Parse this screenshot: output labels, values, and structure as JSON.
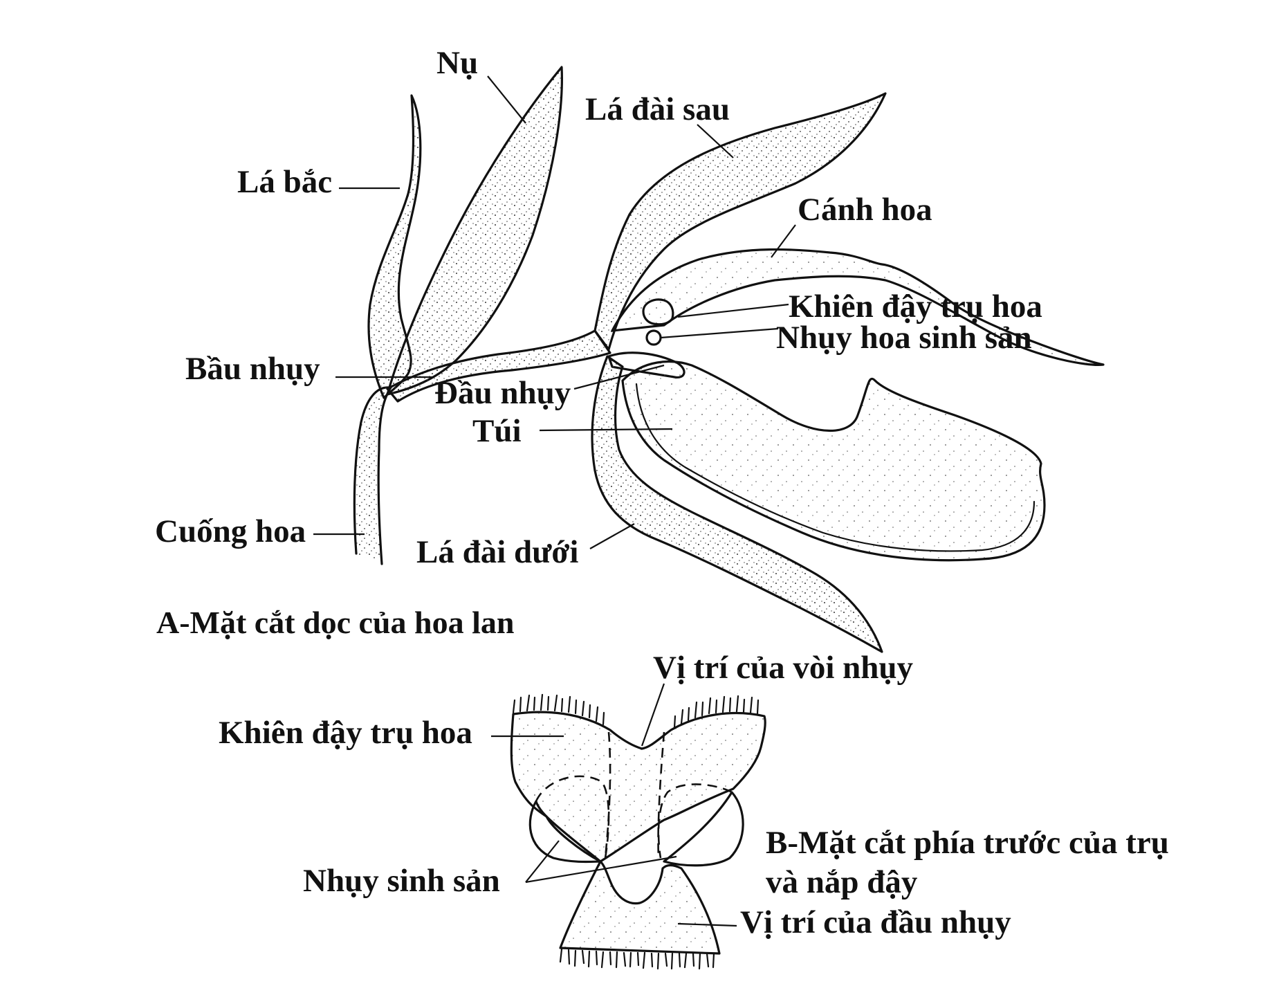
{
  "figure_a": {
    "caption": "A-Mặt cắt dọc của hoa lan",
    "labels": {
      "nu": "Nụ",
      "la_dai_sau": "Lá đài sau",
      "la_bac": "Lá bắc",
      "canh_hoa": "Cánh hoa",
      "khien_day_tru_hoa": "Khiên đậy trụ hoa",
      "nhuy_hoa_sinh_san": "Nhụy hoa sinh sản",
      "bau_nhuy": "Bầu nhụy",
      "dau_nhuy": "Đầu nhụy",
      "tui": "Túi",
      "cuong_hoa": "Cuống hoa",
      "la_dai_duoi": "Lá đài dưới"
    }
  },
  "figure_b": {
    "caption_line1": "B-Mặt cắt phía trước của trụ",
    "caption_line2": "và nắp đậy",
    "labels": {
      "vi_tri_voi_nhuy": "Vị trí của vòi nhụy",
      "khien_day_tru_hoa": "Khiên đậy trụ hoa",
      "nhuy_sinh_san": "Nhụy sinh sản",
      "vi_tri_dau_nhuy": "Vị trí của đầu nhụy"
    }
  },
  "colors": {
    "ink": "#111111",
    "background": "#ffffff"
  }
}
